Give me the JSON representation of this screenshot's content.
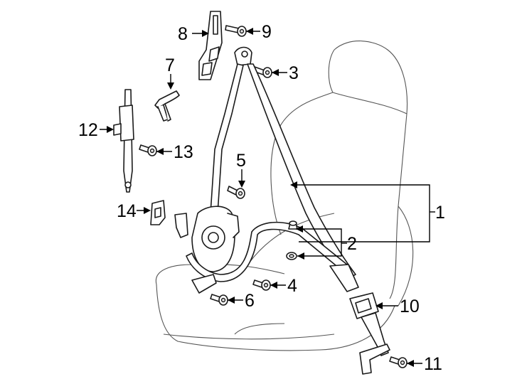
{
  "diagram": {
    "callouts": {
      "c1": "1",
      "c2": "2",
      "c3": "3",
      "c4": "4",
      "c5": "5",
      "c6": "6",
      "c7": "7",
      "c8": "8",
      "c9": "9",
      "c10": "10",
      "c11": "11",
      "c12": "12",
      "c13": "13",
      "c14": "14"
    },
    "colors": {
      "line": "#1a1a1a",
      "seat_outline": "#555555",
      "background": "#ffffff"
    }
  }
}
